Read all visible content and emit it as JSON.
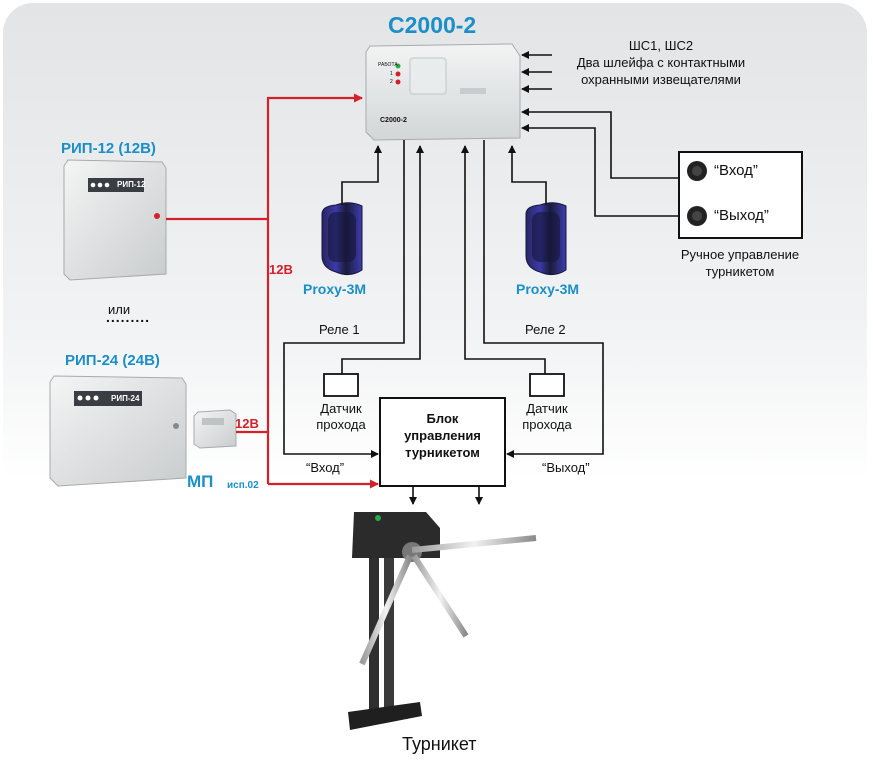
{
  "controller": {
    "title": "С2000-2",
    "case_label": "С2000-2",
    "led_label": "РАБОТА",
    "led_1": "1",
    "led_2": "2"
  },
  "loops_note": {
    "line1": "ШС1, ШС2",
    "line2": "Два шлейфа с контактными",
    "line3": "охранными извещателями"
  },
  "psu12": {
    "title": "РИП-12 (12В)",
    "case_label": "РИП-12"
  },
  "or_label": "или",
  "psu24": {
    "title": "РИП-24 (24В)",
    "case_label": "РИП-24"
  },
  "converter": {
    "title": "МП",
    "suffix": "исп.02"
  },
  "voltage_upper": "12В",
  "voltage_lower": "12В",
  "reader_left": {
    "name": "Proxy-3M"
  },
  "reader_right": {
    "name": "Proxy-3M"
  },
  "relay_left": "Реле 1",
  "relay_right": "Реле 2",
  "sensor_left": {
    "line1": "Датчик",
    "line2": "прохода"
  },
  "sensor_right": {
    "line1": "Датчик",
    "line2": "прохода"
  },
  "control_block": {
    "line1": "Блок",
    "line2": "управления",
    "line3": "турникетом"
  },
  "entry_label": "“Вход”",
  "exit_label": "“Выход”",
  "manual_panel": {
    "button_entry": "“Вход”",
    "button_exit": "“Выход”",
    "caption_line1": "Ручное управление",
    "caption_line2": "турникетом"
  },
  "turnstile_label": "Турникет",
  "colors": {
    "power_line": "#d4202a",
    "signal_line": "#111111",
    "accent_blue": "#1a8fc8"
  }
}
